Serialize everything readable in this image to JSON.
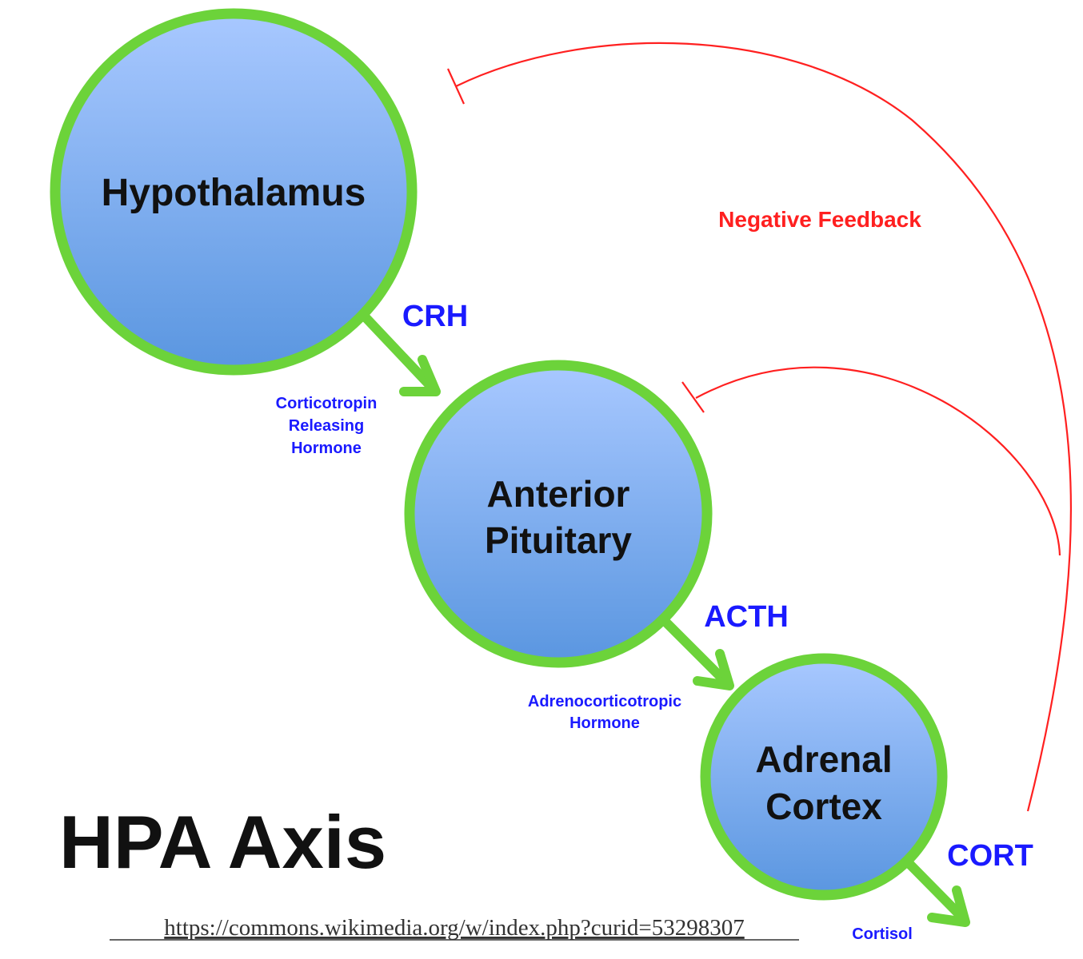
{
  "title": "HPA Axis",
  "source_url": "https://commons.wikimedia.org/w/index.php?curid=53298307",
  "feedback_label": "Negative Feedback",
  "organs": {
    "hypothalamus": [
      "Hypothalamus"
    ],
    "pituitary": [
      "Anterior",
      "Pituitary"
    ],
    "adrenal": [
      "Adrenal",
      "Cortex"
    ]
  },
  "hormones": {
    "crh": {
      "abbr": "CRH",
      "full": [
        "Corticotropin",
        "Releasing",
        "Hormone"
      ]
    },
    "acth": {
      "abbr": "ACTH",
      "full": [
        "Adrenocorticotropic",
        "Hormone"
      ]
    },
    "cort": {
      "abbr": "CORT",
      "full": [
        "Cortisol"
      ]
    }
  },
  "colors": {
    "organ_fill_top": "#a8c8ff",
    "organ_fill_bottom": "#5a96e0",
    "organ_stroke": "#6cd33a",
    "arrow": "#6cd33a",
    "hormone_text": "#1a1aff",
    "feedback": "#ff2020",
    "title": "#111111"
  }
}
